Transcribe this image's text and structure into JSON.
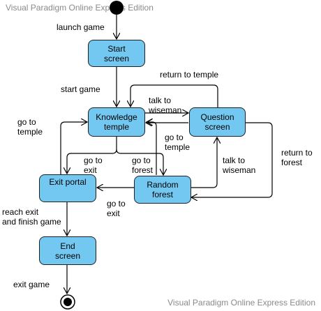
{
  "watermark": {
    "top": "Visual Paradigm Online Express Edition",
    "bottom": "Visual Paradigm Online Express Edition"
  },
  "colors": {
    "state_fill": "#73c8f2",
    "state_border": "#1f1f1f",
    "edge": "#000000",
    "watermark": "#8a8a8a"
  },
  "states": {
    "start": "Start\nscreen",
    "knowledge": "Knowledge\ntemple",
    "question": "Question\nscreen",
    "exit": "Exit portal",
    "random": "Random\nforest",
    "end": "End\nscreen"
  },
  "transitions": {
    "launch_game": "launch game",
    "start_game": "start game",
    "return_to_temple": "return to temple",
    "talk_to_wiseman_top": "talk to\nwiseman",
    "go_to_temple_left": "go to\ntemple",
    "go_to_temple_mid": "go to\ntemple",
    "go_to_exit_mid": "go to\nexit",
    "go_to_forest": "go to\nforest",
    "return_to_forest": "return to\nforest",
    "talk_to_wiseman_right": "talk to\nwiseman",
    "go_to_exit_bottom": "go to\nexit",
    "reach_exit": "reach exit\nand finish game",
    "exit_game": "exit game"
  },
  "pseudostates": {
    "initial": "initial-node",
    "final": "final-node"
  }
}
